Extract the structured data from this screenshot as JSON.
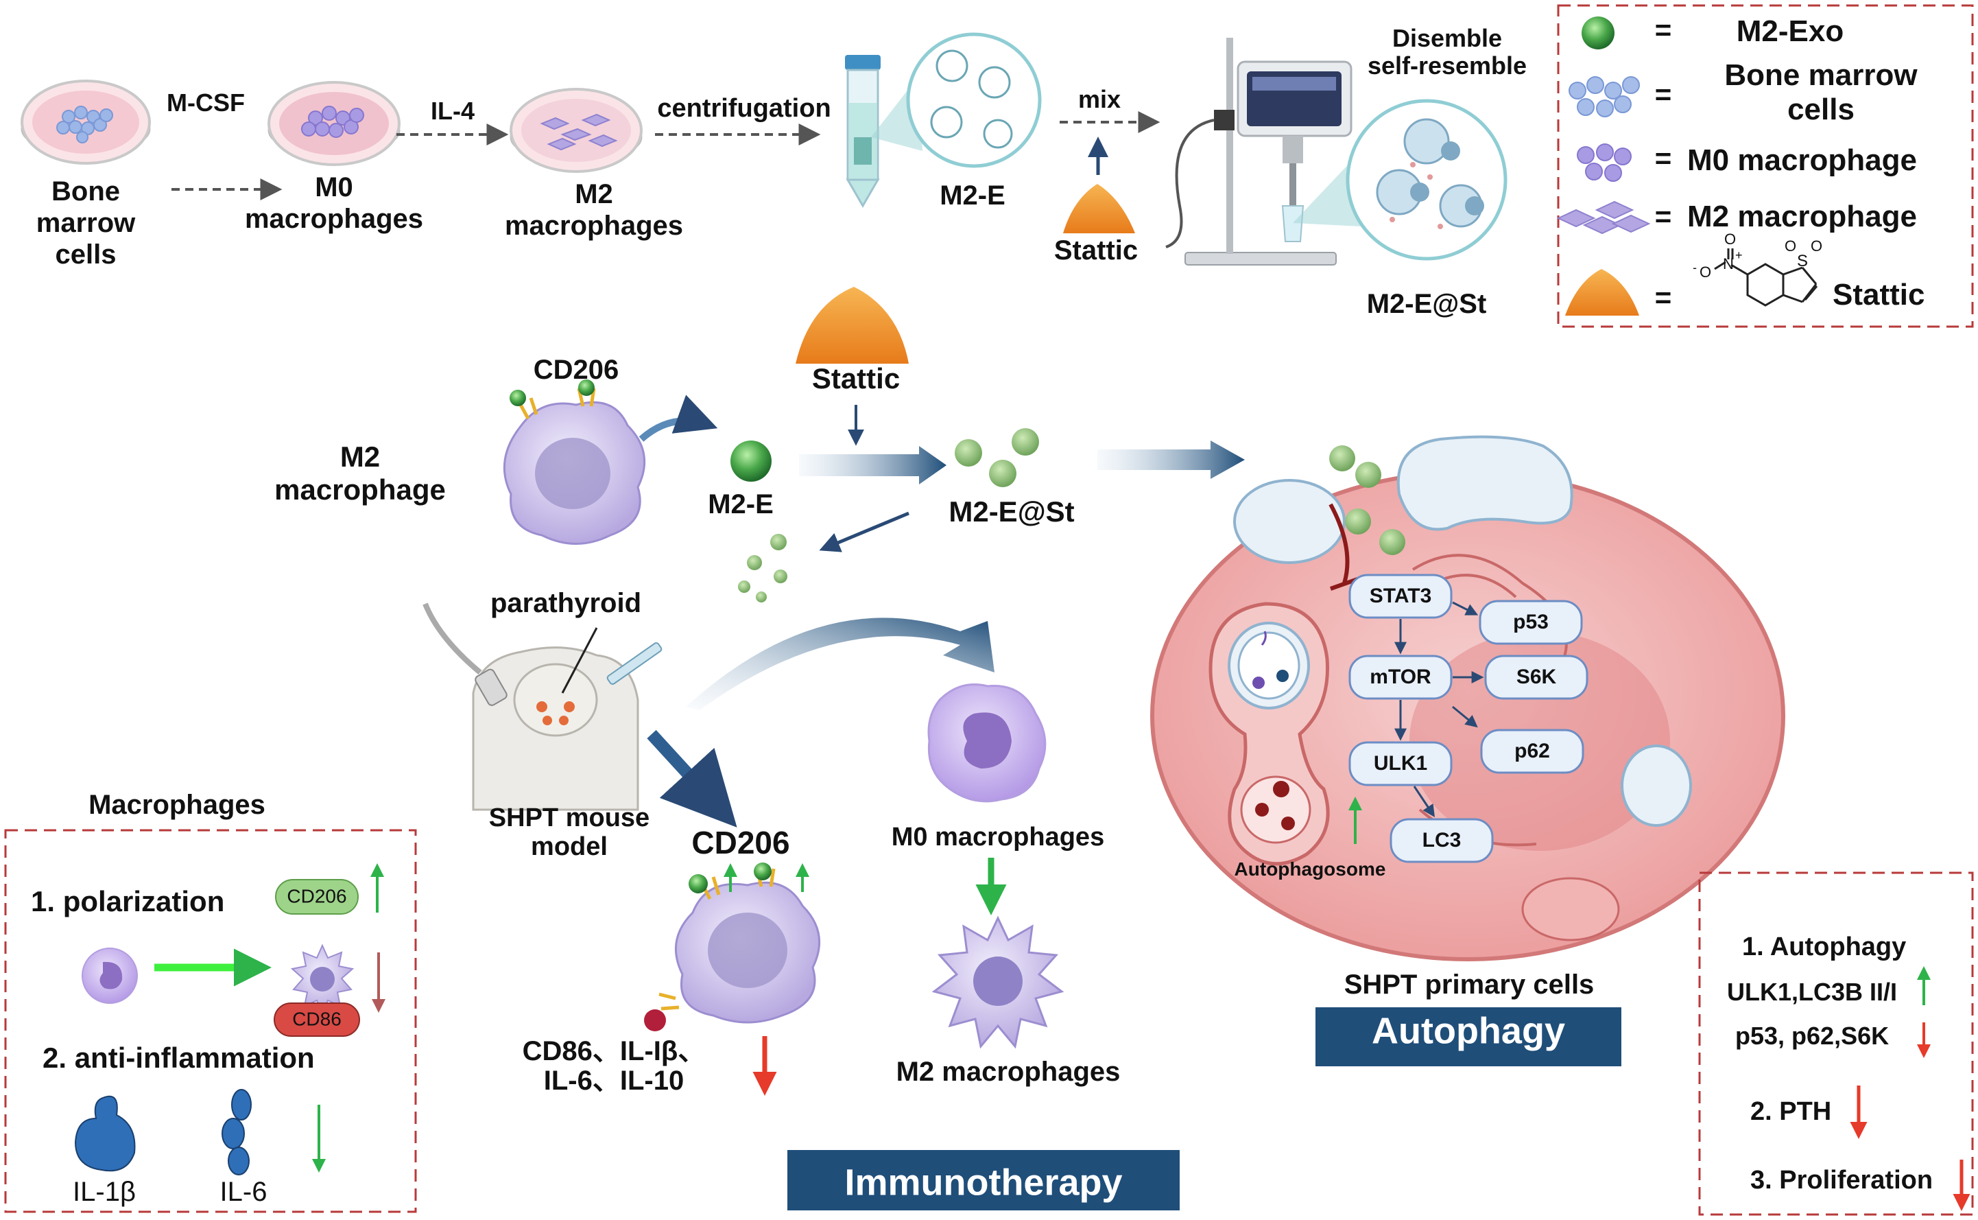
{
  "top_flow": {
    "bone_marrow": [
      "Bone",
      "marrow",
      "cells"
    ],
    "mcsf": "M-CSF",
    "m0": [
      "M0",
      "macrophages"
    ],
    "il4": "IL-4",
    "m2": [
      "M2",
      "macrophages"
    ],
    "centrifugation": "centrifugation",
    "m2e": "M2-E",
    "mix": "mix",
    "stattic": "Stattic",
    "disemble": [
      "Disemble",
      "self-resemble"
    ],
    "m2est": "M2-E@St"
  },
  "legend": {
    "eq": "=",
    "items": [
      {
        "icon": "green-vesicle",
        "label": [
          "M2-Exo"
        ]
      },
      {
        "icon": "bone-marrow-cells",
        "label": [
          "Bone marrow",
          "cells"
        ]
      },
      {
        "icon": "m0-cells",
        "label": [
          "M0 macrophage"
        ]
      },
      {
        "icon": "m2-cells",
        "label": [
          "M2 macrophage"
        ]
      },
      {
        "icon": "stattic-powder",
        "label": [
          "Stattic"
        ]
      }
    ],
    "chem": {
      "nitro_o": "O",
      "nitro_n": "N",
      "nitro_plus": "+",
      "nitro_minus": "-",
      "s": "S",
      "o1": "O",
      "o2": "O"
    }
  },
  "middle": {
    "cd206_top": "CD206",
    "m2_macrophage": [
      "M2",
      "macrophage"
    ],
    "stattic": "Stattic",
    "m2e": "M2-E",
    "m2est": "M2-E@St",
    "parathyroid": "parathyroid",
    "shpt_model": [
      "SHPT mouse",
      "model"
    ],
    "cd206_bottom": "CD206",
    "cytokines": [
      "CD86、IL-Iβ、",
      "IL-6、IL-10"
    ],
    "m0_macrophages": "M0 macrophages",
    "m2_macrophages": "M2 macrophages",
    "immunotherapy": "Immunotherapy"
  },
  "macrophages_box": {
    "title": "Macrophages",
    "polarization": "1.  polarization",
    "cd206": "CD206",
    "cd86": "CD86",
    "anti_inflammation": "2. anti-inflammation",
    "il1b": "IL-1β",
    "il6": "IL-6"
  },
  "cell": {
    "stat3": "STAT3",
    "p53": "p53",
    "mtor": "mTOR",
    "s6k": "S6K",
    "p62": "p62",
    "ulk1": "ULK1",
    "lc3": "LC3",
    "autophagosome": "Autophagosome",
    "shpt_primary": "SHPT primary cells",
    "autophagy": "Autophagy"
  },
  "results_box": {
    "autophagy": "1.  Autophagy",
    "ulk1": "ULK1,LC3B II/I",
    "p53": "p53, p62,S6K",
    "pth": "2. PTH",
    "prolif": "3. Proliferation"
  },
  "colors": {
    "navy": "#1f4e79",
    "green": "#2db34a",
    "red": "#e63a2a",
    "dash": "#b83a3a"
  }
}
